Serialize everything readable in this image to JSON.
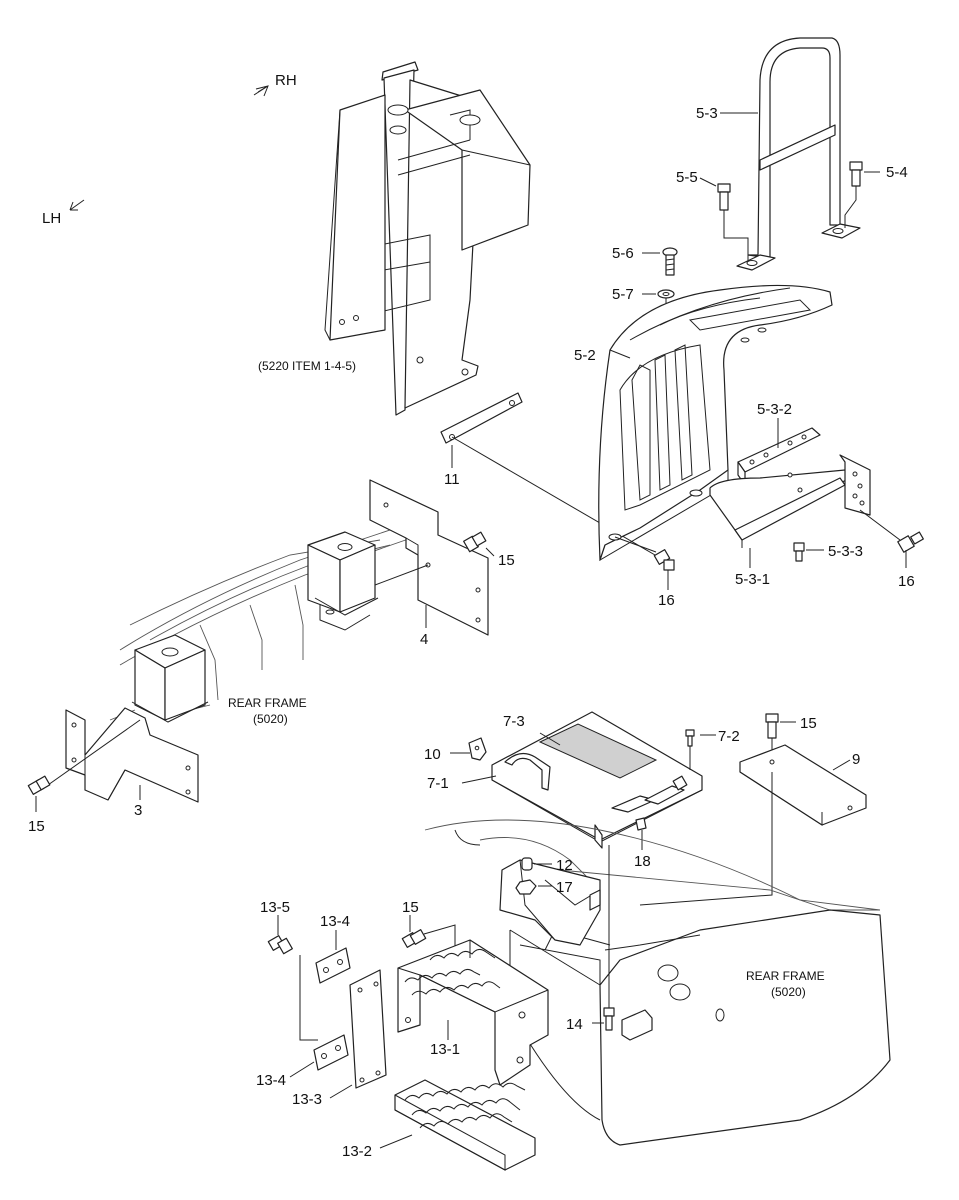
{
  "direction": {
    "rh": "RH",
    "lh": "LH"
  },
  "notes": {
    "ladder_ref": "(5220 ITEM 1-4-5)",
    "rear_frame_left_line1": "REAR FRAME",
    "rear_frame_left_line2": "(5020)",
    "rear_frame_right_line1": "REAR FRAME",
    "rear_frame_right_line2": "(5020)"
  },
  "labels": {
    "l_5_3": "5-3",
    "l_5_5": "5-5",
    "l_5_4": "5-4",
    "l_5_6": "5-6",
    "l_5_7": "5-7",
    "l_5_2": "5-2",
    "l_5_3_2": "5-3-2",
    "l_5_3_3": "5-3-3",
    "l_5_3_1": "5-3-1",
    "l_16_a": "16",
    "l_16_b": "16",
    "l_11": "11",
    "l_15_a": "15",
    "l_4": "4",
    "l_3": "3",
    "l_15_b": "15",
    "l_7_3": "7-3",
    "l_10": "10",
    "l_7_1": "7-1",
    "l_7_2": "7-2",
    "l_15_c": "15",
    "l_9": "9",
    "l_18": "18",
    "l_12": "12",
    "l_17": "17",
    "l_13_5": "13-5",
    "l_13_4_a": "13-4",
    "l_15_d": "15",
    "l_14": "14",
    "l_13_1": "13-1",
    "l_13_4_b": "13-4",
    "l_13_3": "13-3",
    "l_13_2": "13-2"
  },
  "icons": {
    "direction_arrow": "double-arrow-icon"
  }
}
